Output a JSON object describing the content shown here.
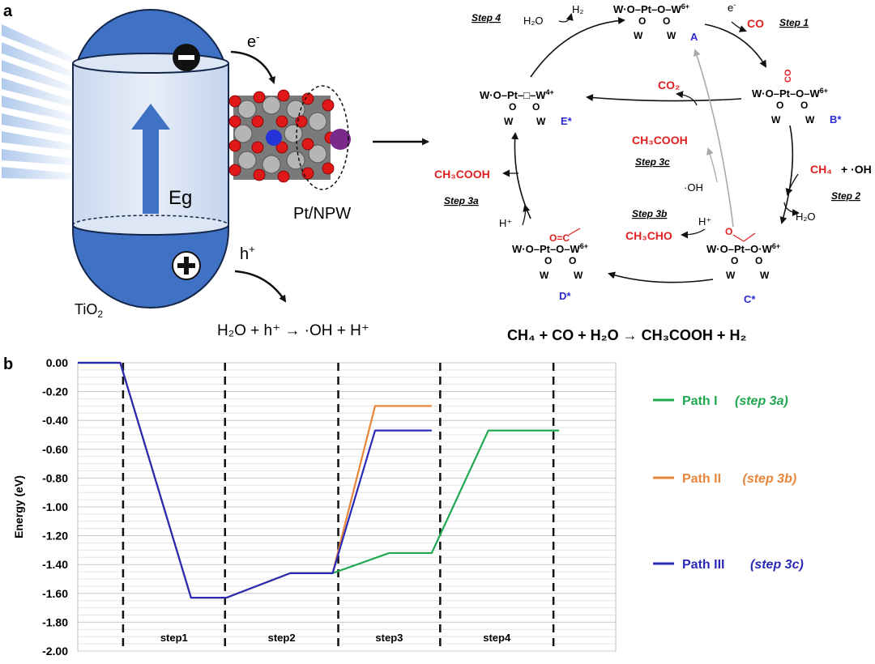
{
  "panel_a": {
    "label": "a",
    "electron": "e",
    "hole": "h",
    "gap_label": "Eg",
    "semiconductor": "TiO",
    "catalyst": "Pt/NPW",
    "hole_reaction": "H₂O + h⁺ → ·OH + H⁺",
    "overall_reaction": "CH₄ + CO + H₂O → CH₃COOH + H₂",
    "steps": {
      "step1": "Step 1",
      "step2": "Step 2",
      "step3a": "Step 3a",
      "step3b": "Step 3b",
      "step3c": "Step 3c",
      "step4": "Step 4"
    },
    "intermediates": {
      "A": "A",
      "B": "B*",
      "C": "C*",
      "D": "D*",
      "E": "E*"
    },
    "species": {
      "co": "CO",
      "co2": "CO₂",
      "ch4": "CH₄",
      "oh_rad": "+ ·OH",
      "oh": "·OH",
      "h2o_in": "H₂O",
      "h2o_out": "H₂O",
      "h2": "H₂",
      "hplus": "H⁺",
      "hplus2": "H⁺",
      "acetic_3a": "CH₃COOH",
      "acetic_3c": "CH₃COOH",
      "acetaldehyde": "CH₃CHO"
    }
  },
  "colors": {
    "path1": "#1fa84f",
    "path2": "#e8853a",
    "path3": "#2a2ab8",
    "red": "#e02020",
    "blue": "#2b2bd0",
    "capsule": "#3f72c4"
  },
  "chart_data": {
    "type": "line",
    "panel_label": "b",
    "ylabel": "Energy (eV)",
    "ylim": [
      -2.0,
      0.0
    ],
    "y_ticks": [
      "0.00",
      "-0.20",
      "-0.40",
      "-0.60",
      "-0.80",
      "-1.00",
      "-1.20",
      "-1.40",
      "-1.60",
      "-1.80",
      "-2.00"
    ],
    "step_labels": [
      "step1",
      "step2",
      "step3",
      "step4"
    ],
    "grid": true,
    "legend_position": "right",
    "series": [
      {
        "name": "Path I",
        "note": "(step 3a)",
        "color": "#1fa84f",
        "points": [
          [
            0,
            0.0
          ],
          [
            0.6,
            0.0
          ],
          [
            1.6,
            -1.63
          ],
          [
            2.1,
            -1.63
          ],
          [
            3.0,
            -1.46
          ],
          [
            3.6,
            -1.46
          ],
          [
            4.4,
            -1.32
          ],
          [
            5.0,
            -1.32
          ],
          [
            5.8,
            -0.47
          ],
          [
            6.8,
            -0.47
          ]
        ]
      },
      {
        "name": "Path II",
        "note": "(step 3b)",
        "color": "#e8853a",
        "points": [
          [
            0,
            0.0
          ],
          [
            0.6,
            0.0
          ],
          [
            1.6,
            -1.63
          ],
          [
            2.1,
            -1.63
          ],
          [
            3.0,
            -1.46
          ],
          [
            3.6,
            -1.46
          ],
          [
            4.2,
            -0.3
          ],
          [
            5.0,
            -0.3
          ]
        ]
      },
      {
        "name": "Path III",
        "note": "(step 3c)",
        "color": "#2a2ab8",
        "points": [
          [
            0,
            0.0
          ],
          [
            0.6,
            0.0
          ],
          [
            1.6,
            -1.63
          ],
          [
            2.1,
            -1.63
          ],
          [
            3.0,
            -1.46
          ],
          [
            3.6,
            -1.46
          ],
          [
            4.2,
            -0.47
          ],
          [
            5.0,
            -0.47
          ]
        ]
      }
    ]
  }
}
